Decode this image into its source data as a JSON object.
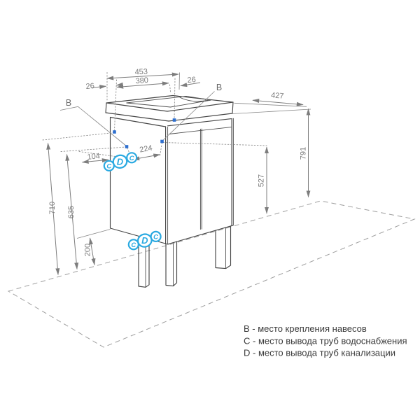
{
  "dimensions": {
    "width_total": "453",
    "width_mount": "380",
    "offset_left": "26",
    "offset_right": "26",
    "depth": "427",
    "height_right": "791",
    "height_mid": "527",
    "height_total": "710",
    "height_mount": "635",
    "clearance_bottom": "200",
    "pipe_offset": "104",
    "mount_span": "224"
  },
  "labels": {
    "mount_point": "B",
    "water_supply": "C",
    "drain": "D"
  },
  "legend": {
    "items": [
      {
        "text": "B - место крепления навесов"
      },
      {
        "text": "C - место вывода труб водоснабжения"
      },
      {
        "text": "D - место вывода труб канализации"
      }
    ]
  },
  "colors": {
    "accent_blue": "#29a9e1",
    "marker_dot_blue": "#2e6fd0",
    "outline": "#454545",
    "dimension_gray": "#7a7a7a",
    "legend_text": "#3a3a3a"
  }
}
